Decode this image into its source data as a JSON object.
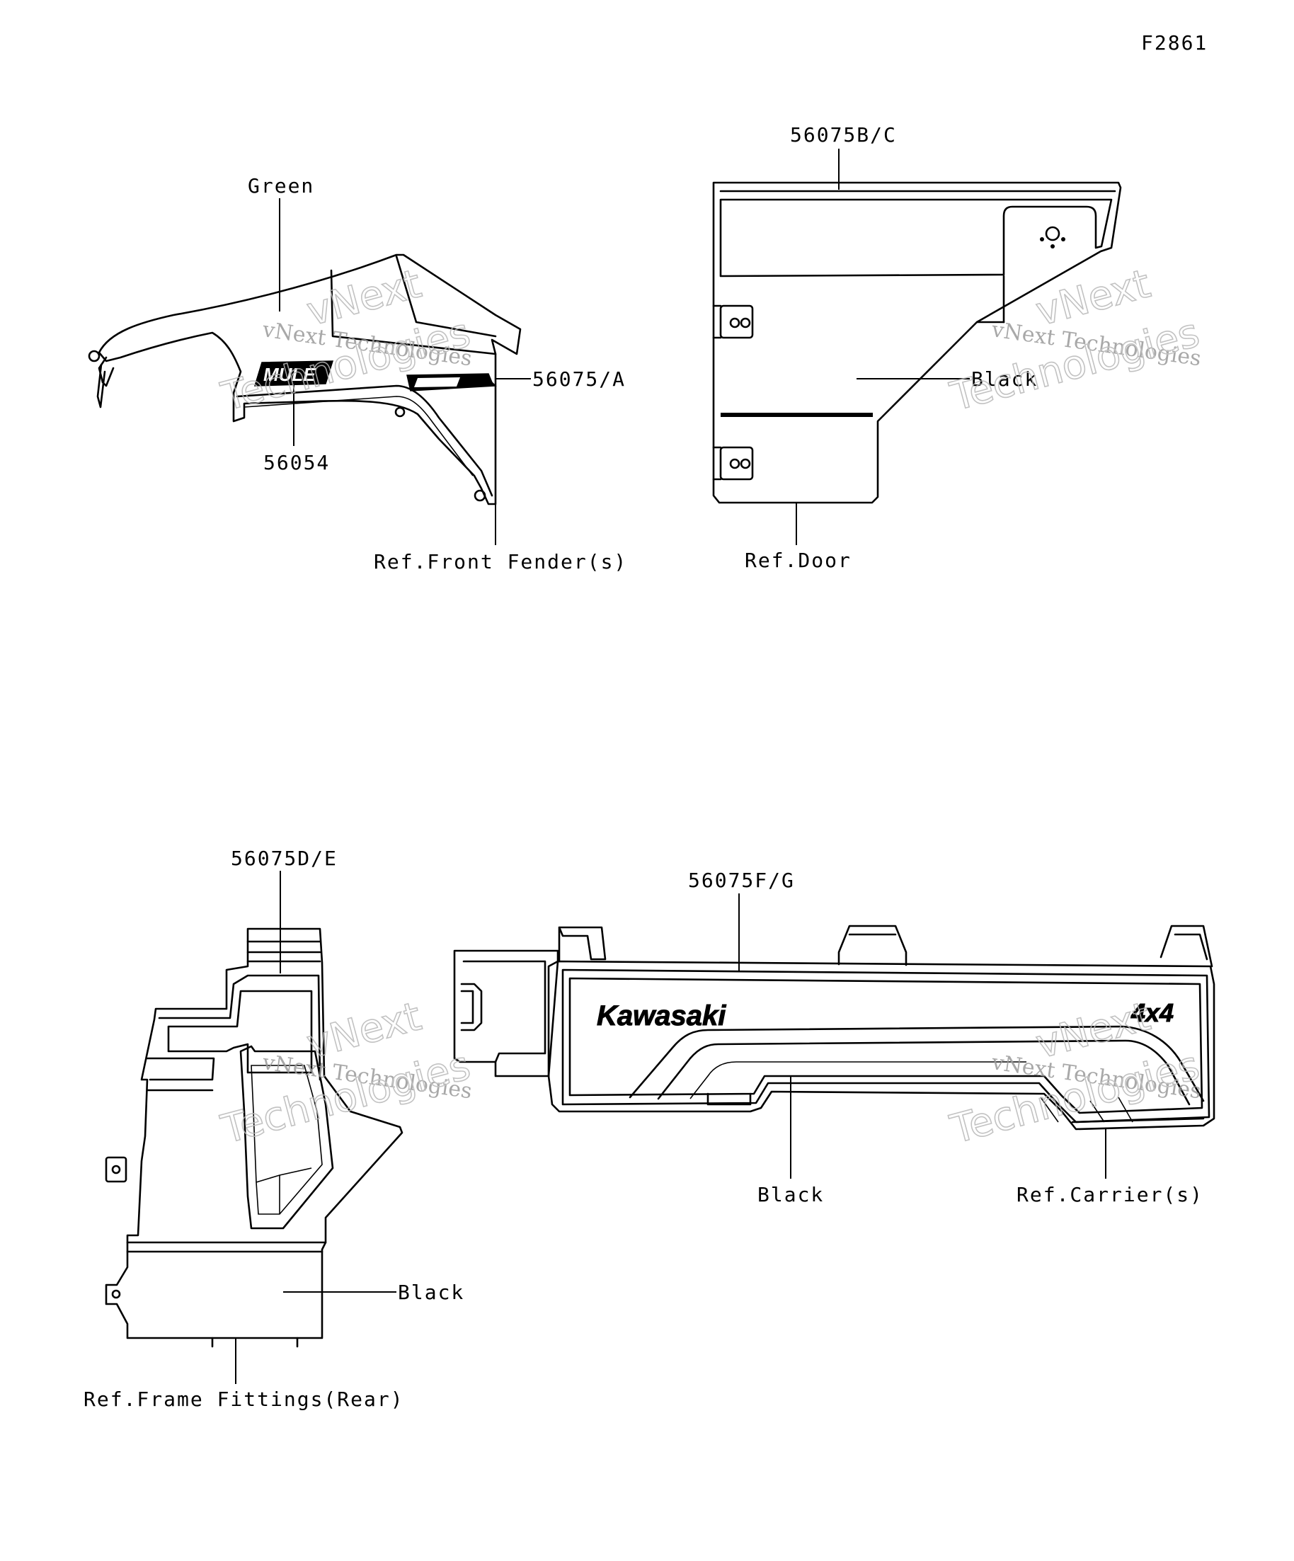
{
  "figure_code": "F2861",
  "watermark": {
    "line1": "vNext Technologies",
    "line2": "vNext",
    "line3": "Technologies"
  },
  "groups": {
    "fender": {
      "callouts": [
        {
          "id": "green",
          "text": "Green"
        },
        {
          "id": "p56075a",
          "text": "56075/A"
        },
        {
          "id": "p56054",
          "text": "56054"
        },
        {
          "id": "ref_front_fender",
          "text": "Ref.Front Fender(s)"
        }
      ]
    },
    "door": {
      "callouts": [
        {
          "id": "p56075bc",
          "text": "56075B/C"
        },
        {
          "id": "black",
          "text": "Black"
        },
        {
          "id": "ref_door",
          "text": "Ref.Door"
        }
      ]
    },
    "frame_rear": {
      "callouts": [
        {
          "id": "p56075de",
          "text": "56075D/E"
        },
        {
          "id": "black",
          "text": "Black"
        },
        {
          "id": "ref_frame_fittings",
          "text": "Ref.Frame Fittings(Rear)"
        }
      ]
    },
    "carrier": {
      "callouts": [
        {
          "id": "p56075fg",
          "text": "56075F/G"
        },
        {
          "id": "black",
          "text": "Black"
        },
        {
          "id": "ref_carrier",
          "text": "Ref.Carrier(s)"
        }
      ],
      "decals": {
        "brand": "Kawasaki",
        "badge": "4x4"
      }
    }
  }
}
